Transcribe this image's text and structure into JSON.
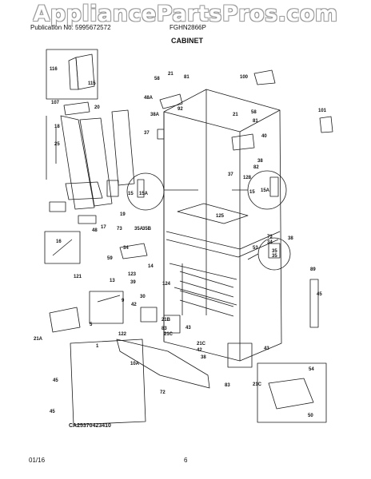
{
  "watermark": "AppliancePartsPros.com",
  "header": {
    "publication": "Publication No: 5995672572",
    "model": "FGHN2866P"
  },
  "title": "CABINET",
  "diagram_code": "CA25370423410",
  "footer": {
    "date": "01/16",
    "page": "6"
  },
  "part_labels": [
    "116",
    "115",
    "100",
    "58",
    "21",
    "81",
    "107",
    "20",
    "48A",
    "92",
    "101",
    "38A",
    "58",
    "21",
    "81",
    "40",
    "37",
    "18",
    "25",
    "38",
    "82",
    "128",
    "15",
    "15A",
    "37",
    "15",
    "15A",
    "125",
    "16",
    "19",
    "48",
    "17",
    "73",
    "35A",
    "35B",
    "73",
    "34",
    "38",
    "34",
    "53",
    "59",
    "14",
    "35",
    "35",
    "121",
    "13",
    "123",
    "39",
    "124",
    "89",
    "45",
    "9",
    "30",
    "42",
    "5",
    "21B",
    "122",
    "43",
    "21C",
    "83",
    "21A",
    "1",
    "42",
    "38",
    "43",
    "21C",
    "10A",
    "45",
    "72",
    "83",
    "21C",
    "54",
    "45",
    "50"
  ],
  "colors": {
    "line": "#1a1a1a",
    "watermark_outline": "#9a9a9a"
  }
}
